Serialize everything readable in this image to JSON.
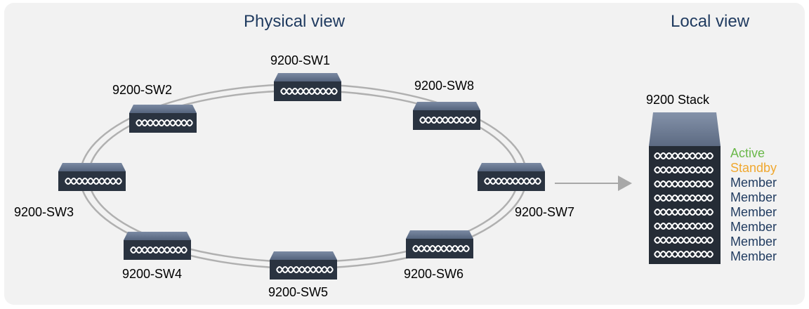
{
  "physical_view": {
    "title": "Physical view",
    "switches": [
      {
        "id": "sw1",
        "label": "9200-SW1"
      },
      {
        "id": "sw2",
        "label": "9200-SW2"
      },
      {
        "id": "sw3",
        "label": "9200-SW3"
      },
      {
        "id": "sw4",
        "label": "9200-SW4"
      },
      {
        "id": "sw5",
        "label": "9200-SW5"
      },
      {
        "id": "sw6",
        "label": "9200-SW6"
      },
      {
        "id": "sw7",
        "label": "9200-SW7"
      },
      {
        "id": "sw8",
        "label": "9200-SW8"
      }
    ]
  },
  "local_view": {
    "title": "Local view",
    "stack_label": "9200 Stack",
    "members": [
      {
        "role": "Active",
        "color": "#6ab84a"
      },
      {
        "role": "Standby",
        "color": "#f0a830"
      },
      {
        "role": "Member",
        "color": "#1f3a5f"
      },
      {
        "role": "Member",
        "color": "#1f3a5f"
      },
      {
        "role": "Member",
        "color": "#1f3a5f"
      },
      {
        "role": "Member",
        "color": "#1f3a5f"
      },
      {
        "role": "Member",
        "color": "#1f3a5f"
      },
      {
        "role": "Member",
        "color": "#1f3a5f"
      }
    ]
  },
  "colors": {
    "heading": "#1f3a5f",
    "ring": "#b0b0b0",
    "switch_top": "#6b7b96",
    "switch_front": "#2a3340",
    "arrow": "#a8a8a8"
  }
}
